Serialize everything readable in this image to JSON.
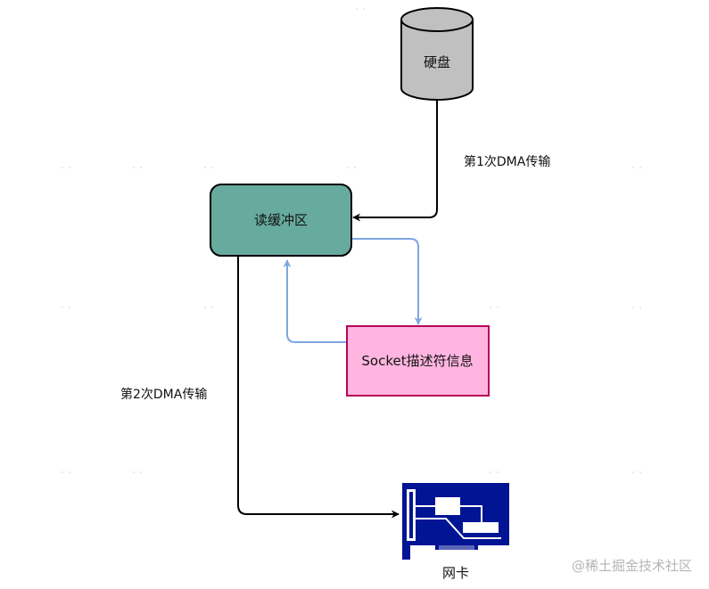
{
  "nodes": {
    "disk": {
      "label": "硬盘"
    },
    "read_buffer": {
      "label": "读缓冲区"
    },
    "socket": {
      "label": "Socket描述符信息"
    },
    "nic": {
      "label": "网卡"
    }
  },
  "edges": {
    "dma1": {
      "label": "第1次DMA传输"
    },
    "dma2": {
      "label": "第2次DMA传输"
    }
  },
  "icons": {
    "nic": "network-card-icon"
  },
  "colors": {
    "disk_fill": "#c0c0c0",
    "buffer_fill": "#67ab9f",
    "socket_fill": "#ffb5e0",
    "socket_stroke": "#b5065a",
    "nic_blue": "#001494",
    "black_arrow": "#000000",
    "blue_arrow": "#7ea6e0"
  },
  "watermark": "@稀土掘金技术社区"
}
